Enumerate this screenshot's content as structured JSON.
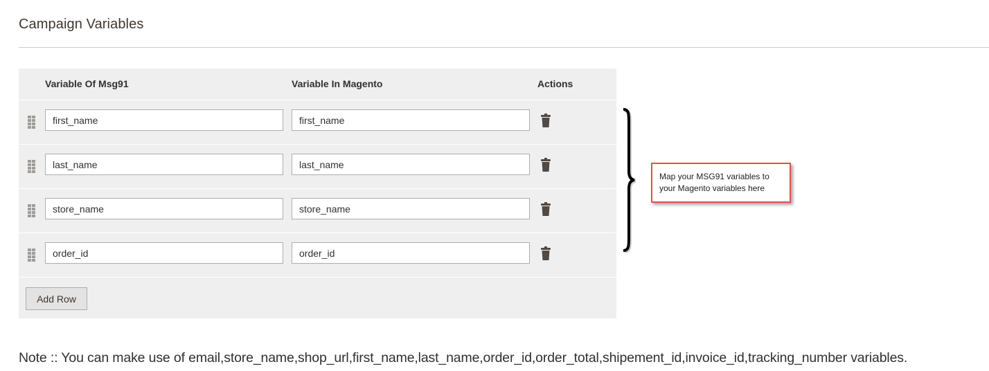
{
  "section": {
    "title": "Campaign Variables"
  },
  "grid": {
    "columns": {
      "msg91": "Variable Of Msg91",
      "magento": "Variable In Magento",
      "actions": "Actions"
    },
    "rows": [
      {
        "msg91": "first_name",
        "magento": "first_name"
      },
      {
        "msg91": "last_name",
        "magento": "last_name"
      },
      {
        "msg91": "store_name",
        "magento": "store_name"
      },
      {
        "msg91": "order_id",
        "magento": "order_id"
      }
    ],
    "icons": {
      "drag": "drag-handle-icon",
      "delete": "trash-icon"
    },
    "add_row_label": "Add Row"
  },
  "annotation": {
    "callout_text": "Map your MSG91 variables to your Magento variables here",
    "border_color": "#d9534f"
  },
  "note": {
    "text": "Note :: You can make use of email,store_name,shop_url,first_name,last_name,order_id,order_total,shipement_id,invoice_id,tracking_number variables."
  }
}
